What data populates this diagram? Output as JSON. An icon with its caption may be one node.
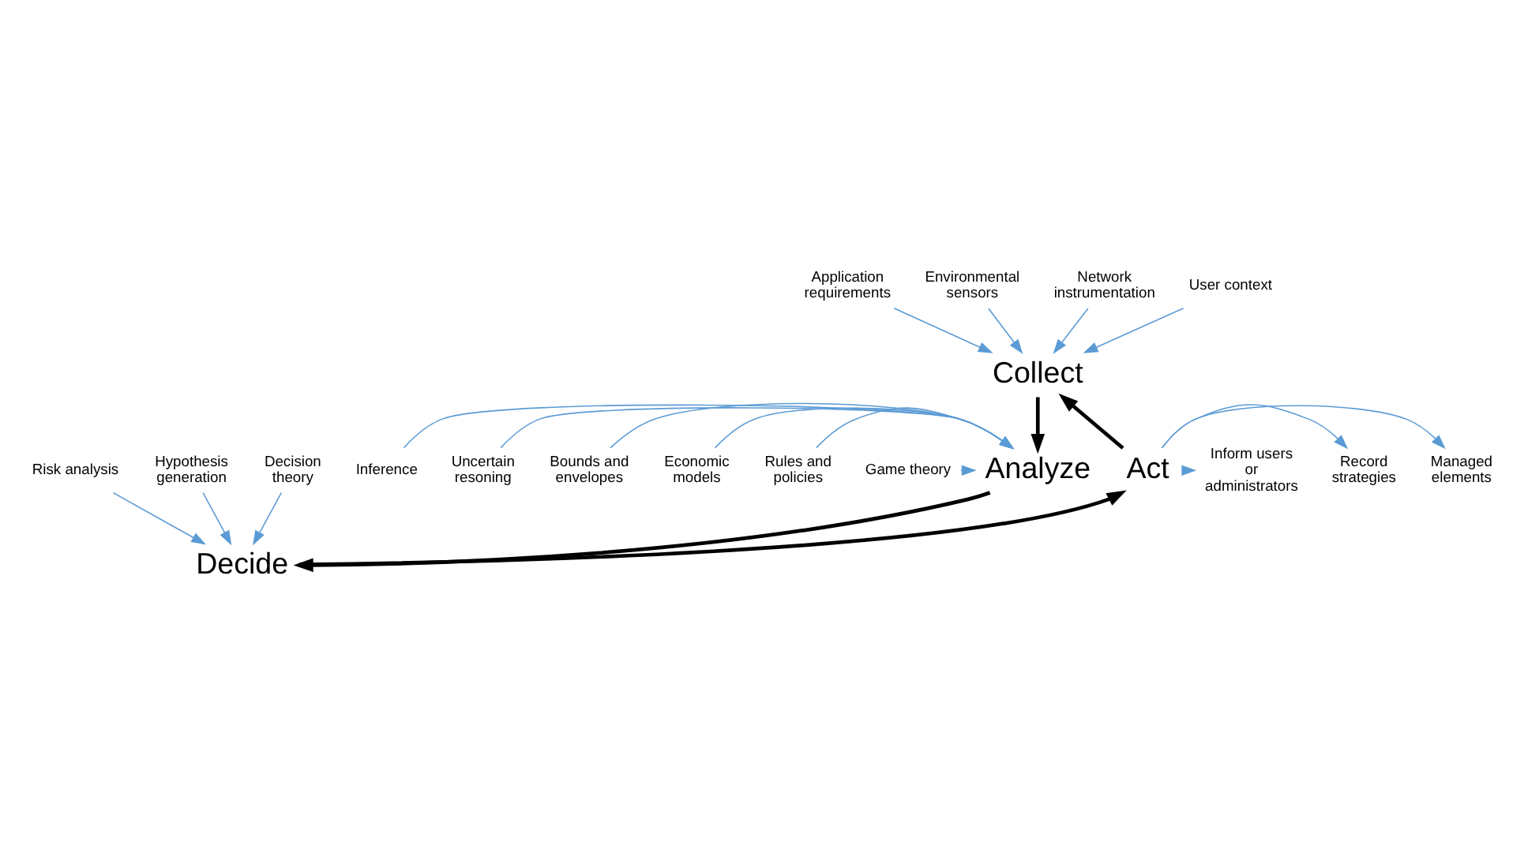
{
  "diagram": {
    "nodes": [
      {
        "text": [
          "Collect"
        ]
      },
      {
        "text": [
          "Analyze"
        ]
      },
      {
        "text": [
          "Decide"
        ]
      },
      {
        "text": [
          "Act"
        ]
      },
      {
        "text": [
          "Application requirements"
        ]
      },
      {
        "text": [
          "Environmental sensors"
        ]
      },
      {
        "text": [
          "Network instrumentation"
        ]
      },
      {
        "text": [
          "User context"
        ]
      },
      {
        "text": [
          "Inference"
        ]
      },
      {
        "text": [
          "Uncertain resoning"
        ]
      },
      {
        "text": [
          "Bounds and envelopes"
        ]
      },
      {
        "text": [
          "Economic models"
        ]
      },
      {
        "text": [
          "Rules and policies"
        ]
      },
      {
        "text": [
          "Game theory"
        ]
      },
      {
        "text": [
          "Risk analysis"
        ]
      },
      {
        "text": [
          "Hypothesis generation"
        ]
      },
      {
        "text": [
          "Decision theory"
        ]
      },
      {
        "text": [
          "Managed elements"
        ]
      },
      {
        "text": [
          "Record strategies"
        ]
      },
      {
        "text": [
          "Inform users or administrators"
        ]
      }
    ],
    "edges": [
      {
        "from": 0,
        "to": 1,
        "arrow": "to",
        "style": "thick",
        "color": "#000000"
      },
      {
        "from": 1,
        "to": 2,
        "arrow": "to",
        "style": "thick",
        "color": "#000000"
      },
      {
        "from": 2,
        "to": 3,
        "arrow": "to",
        "style": "thick",
        "color": "#000000"
      },
      {
        "from": 3,
        "to": 0,
        "arrow": "to",
        "style": "thick",
        "color": "#000000"
      },
      {
        "from": 4,
        "to": 0,
        "arrow": "to"
      },
      {
        "from": 5,
        "to": 0,
        "arrow": "to"
      },
      {
        "from": 6,
        "to": 0,
        "arrow": "to"
      },
      {
        "from": 7,
        "to": 0,
        "arrow": "to"
      },
      {
        "from": 8,
        "to": 1,
        "arrow": "to"
      },
      {
        "from": 9,
        "to": 1,
        "arrow": "to"
      },
      {
        "from": 10,
        "to": 1,
        "arrow": "to"
      },
      {
        "from": 11,
        "to": 1,
        "arrow": "to"
      },
      {
        "from": 12,
        "to": 1,
        "arrow": "to"
      },
      {
        "from": 13,
        "to": 1,
        "arrow": "to"
      },
      {
        "from": 14,
        "to": 2,
        "arrow": "to"
      },
      {
        "from": 15,
        "to": 2,
        "arrow": "to"
      },
      {
        "from": 16,
        "to": 2,
        "arrow": "to"
      },
      {
        "from": 3,
        "to": 17,
        "arrow": "to"
      },
      {
        "from": 3,
        "to": 18,
        "arrow": "to"
      },
      {
        "from": 3,
        "to": 19,
        "arrow": "to"
      }
    ]
  }
}
